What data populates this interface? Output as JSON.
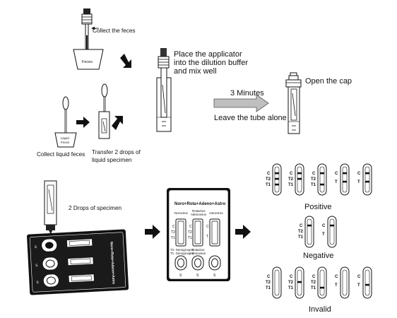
{
  "steps": {
    "collect_feces": "Collect the feces",
    "feces_container": "Feces",
    "place_applicator_1": "Place the applicator",
    "place_applicator_2": "into the dilution buffer",
    "place_applicator_3": "and mix well",
    "minutes": "3 Minutes",
    "leave_alone": "Leave the tube alone",
    "open_cap": "Open the cap",
    "liquid_container_1": "Liquid",
    "liquid_container_2": "Feces",
    "collect_liquid": "Collect liquid feces",
    "transfer_1": "Transfer 2 drops of",
    "transfer_2": "liquid specimen",
    "drops_specimen": "2 Drops of specimen"
  },
  "cassette": {
    "title": "Noro+Rota+Adeno+Astro",
    "noro_label": "Norovirus",
    "rota_label_1": "Rotavirus",
    "rota_label_2": "Adenovirus",
    "astro_label": "Astrovirus",
    "noro_sub_1": "T2: Genogroup 2",
    "noro_sub_2": "T1: Genogroup 1",
    "rota_sub_1": "Rotavirus",
    "rota_sub_2": "Adenovirus",
    "c": "C",
    "t": "T",
    "t1": "T1",
    "t2": "T2",
    "s": "S"
  },
  "results": {
    "positive": "Positive",
    "negative": "Negative",
    "invalid": "Invalid"
  }
}
